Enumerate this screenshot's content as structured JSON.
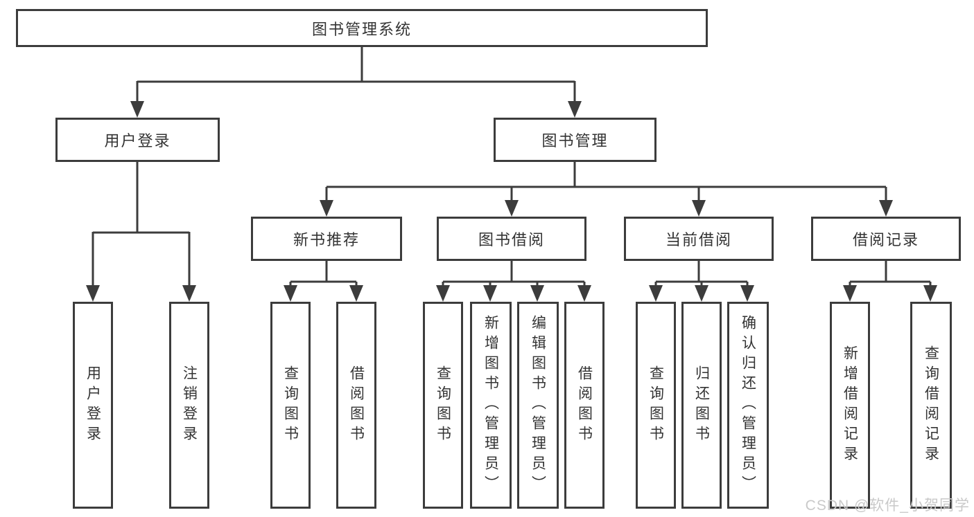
{
  "diagram": {
    "title": "图书管理系统",
    "branches": {
      "user_login": "用户登录",
      "book_management": "图书管理"
    },
    "modules": {
      "new_book_recommendation": "新书推荐",
      "book_borrowing": "图书借阅",
      "current_borrowing": "当前借阅",
      "borrowing_records": "借阅记录"
    },
    "leaves": {
      "user_login": "用户登录",
      "logout": "注销登录",
      "recommendation_query_books": "查询图书",
      "recommendation_borrow_books": "借阅图书",
      "borrowing_query_books": "查询图书",
      "borrowing_add_books_admin": "新增图书（管理员）",
      "borrowing_edit_books_admin": "编辑图书（管理员）",
      "borrowing_borrow_books": "借阅图书",
      "current_query_books": "查询图书",
      "current_return_books": "归还图书",
      "current_confirm_return_admin": "确认归还（管理员）",
      "records_add_borrow_record": "新增借阅记录",
      "records_query_borrow_record": "查询借阅记录"
    }
  },
  "watermark": "CSDN @软件_小贺同学",
  "colors": {
    "line": "#3c3c3c",
    "text": "#333333",
    "watermark": "#c9c9c9",
    "background": "#ffffff"
  }
}
